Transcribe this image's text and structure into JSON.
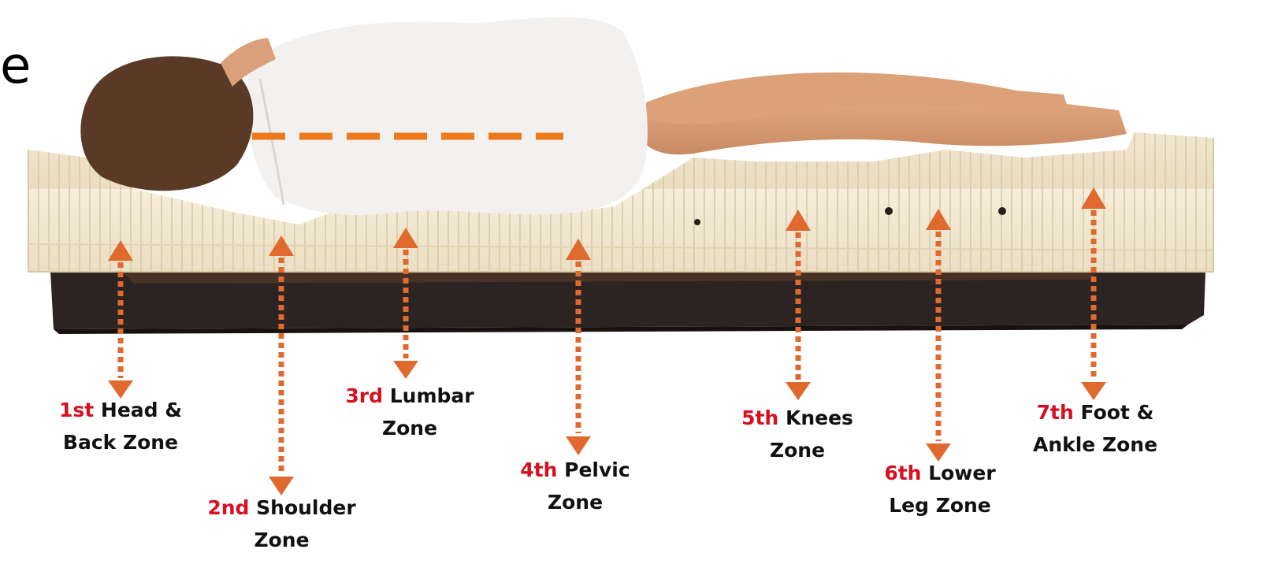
{
  "cut_letter": "e",
  "colors": {
    "arrow": "#e0692e",
    "dash_line": "#ec7a1c",
    "ordinal": "#d7101f",
    "label_text": "#111111",
    "foam": "#f1e6cf",
    "base": "#2b2422"
  },
  "zones": [
    {
      "ordinal": "1st",
      "line1": "Head &",
      "line2": "Back Zone"
    },
    {
      "ordinal": "2nd",
      "line1": "Shoulder",
      "line2": "Zone"
    },
    {
      "ordinal": "3rd",
      "line1": "Lumbar",
      "line2": "Zone"
    },
    {
      "ordinal": "4th",
      "line1": "Pelvic",
      "line2": "Zone"
    },
    {
      "ordinal": "5th",
      "line1": "Knees",
      "line2": "Zone"
    },
    {
      "ordinal": "6th",
      "line1": "Lower",
      "line2": "Leg Zone"
    },
    {
      "ordinal": "7th",
      "line1": "Foot &",
      "line2": "Ankle Zone"
    }
  ]
}
